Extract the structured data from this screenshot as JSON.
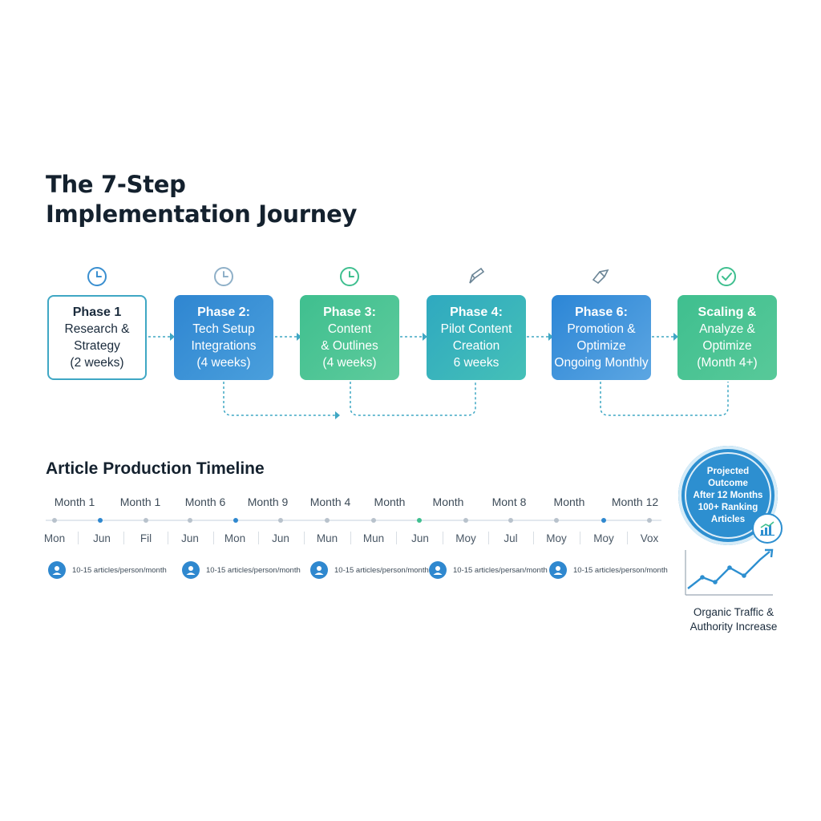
{
  "title": {
    "line1": "The 7-Step",
    "line2": "Implementation Journey"
  },
  "phases": [
    {
      "icon": "clock-icon",
      "lines": [
        "Phase 1",
        "Research &",
        "Strategy",
        "(2 weeks)"
      ],
      "style": "outline",
      "icon_color": "#3a8fd0"
    },
    {
      "icon": "clock-icon",
      "lines": [
        "Phase 2:",
        "Tech Setup",
        "Integrations",
        "(4 weeks)"
      ],
      "style": "blue",
      "icon_color": "#8fb0c8"
    },
    {
      "icon": "clock-icon",
      "lines": [
        "Phase 3:",
        "Content",
        "& Outlines",
        "(4 weeks)"
      ],
      "style": "green",
      "icon_color": "#3fbf8f"
    },
    {
      "icon": "pencil-icon",
      "lines": [
        "Phase 4:",
        "Pilot Content",
        "Creation",
        "6 weeks"
      ],
      "style": "teal",
      "icon_color": "#6b8596"
    },
    {
      "icon": "megaphone-icon",
      "lines": [
        "Phase 6:",
        "Promotion &",
        "Optimize",
        "Ongoing Monthly"
      ],
      "style": "blue2",
      "icon_color": "#6b8596"
    },
    {
      "icon": "check-circle-icon",
      "lines": [
        "Scaling &",
        "Analyze &",
        "Optimize",
        "(Month 4+)"
      ],
      "style": "green2",
      "icon_color": "#3fbf8f"
    }
  ],
  "timeline": {
    "title": "Article Production Timeline",
    "months": [
      "Month 1",
      "Month 1",
      "Month 6",
      "Month 9",
      "Month 4",
      "Month",
      "Month",
      "Mont 8",
      "Month",
      "Month 12"
    ],
    "ticks": [
      "Mon",
      "Jun",
      "Fil",
      "Jun",
      "Mon",
      "Jun",
      "Mun",
      "Mun",
      "Jun",
      "Moy",
      "Jul",
      "Moy",
      "Moy",
      "Vox"
    ],
    "rate_label": "10-15 articles/person/month",
    "rate_label_alt": "10-15 articles/persan/month",
    "accent_color": "#2f88cf"
  },
  "outcome": {
    "badge_lines": [
      "Projected",
      "Outcome",
      "After 12 Months",
      "100+ Ranking",
      "Articles"
    ],
    "trend_label": [
      "Organic Traffic &",
      "Authority Increase"
    ],
    "badge_color": "#2d8fd0"
  }
}
